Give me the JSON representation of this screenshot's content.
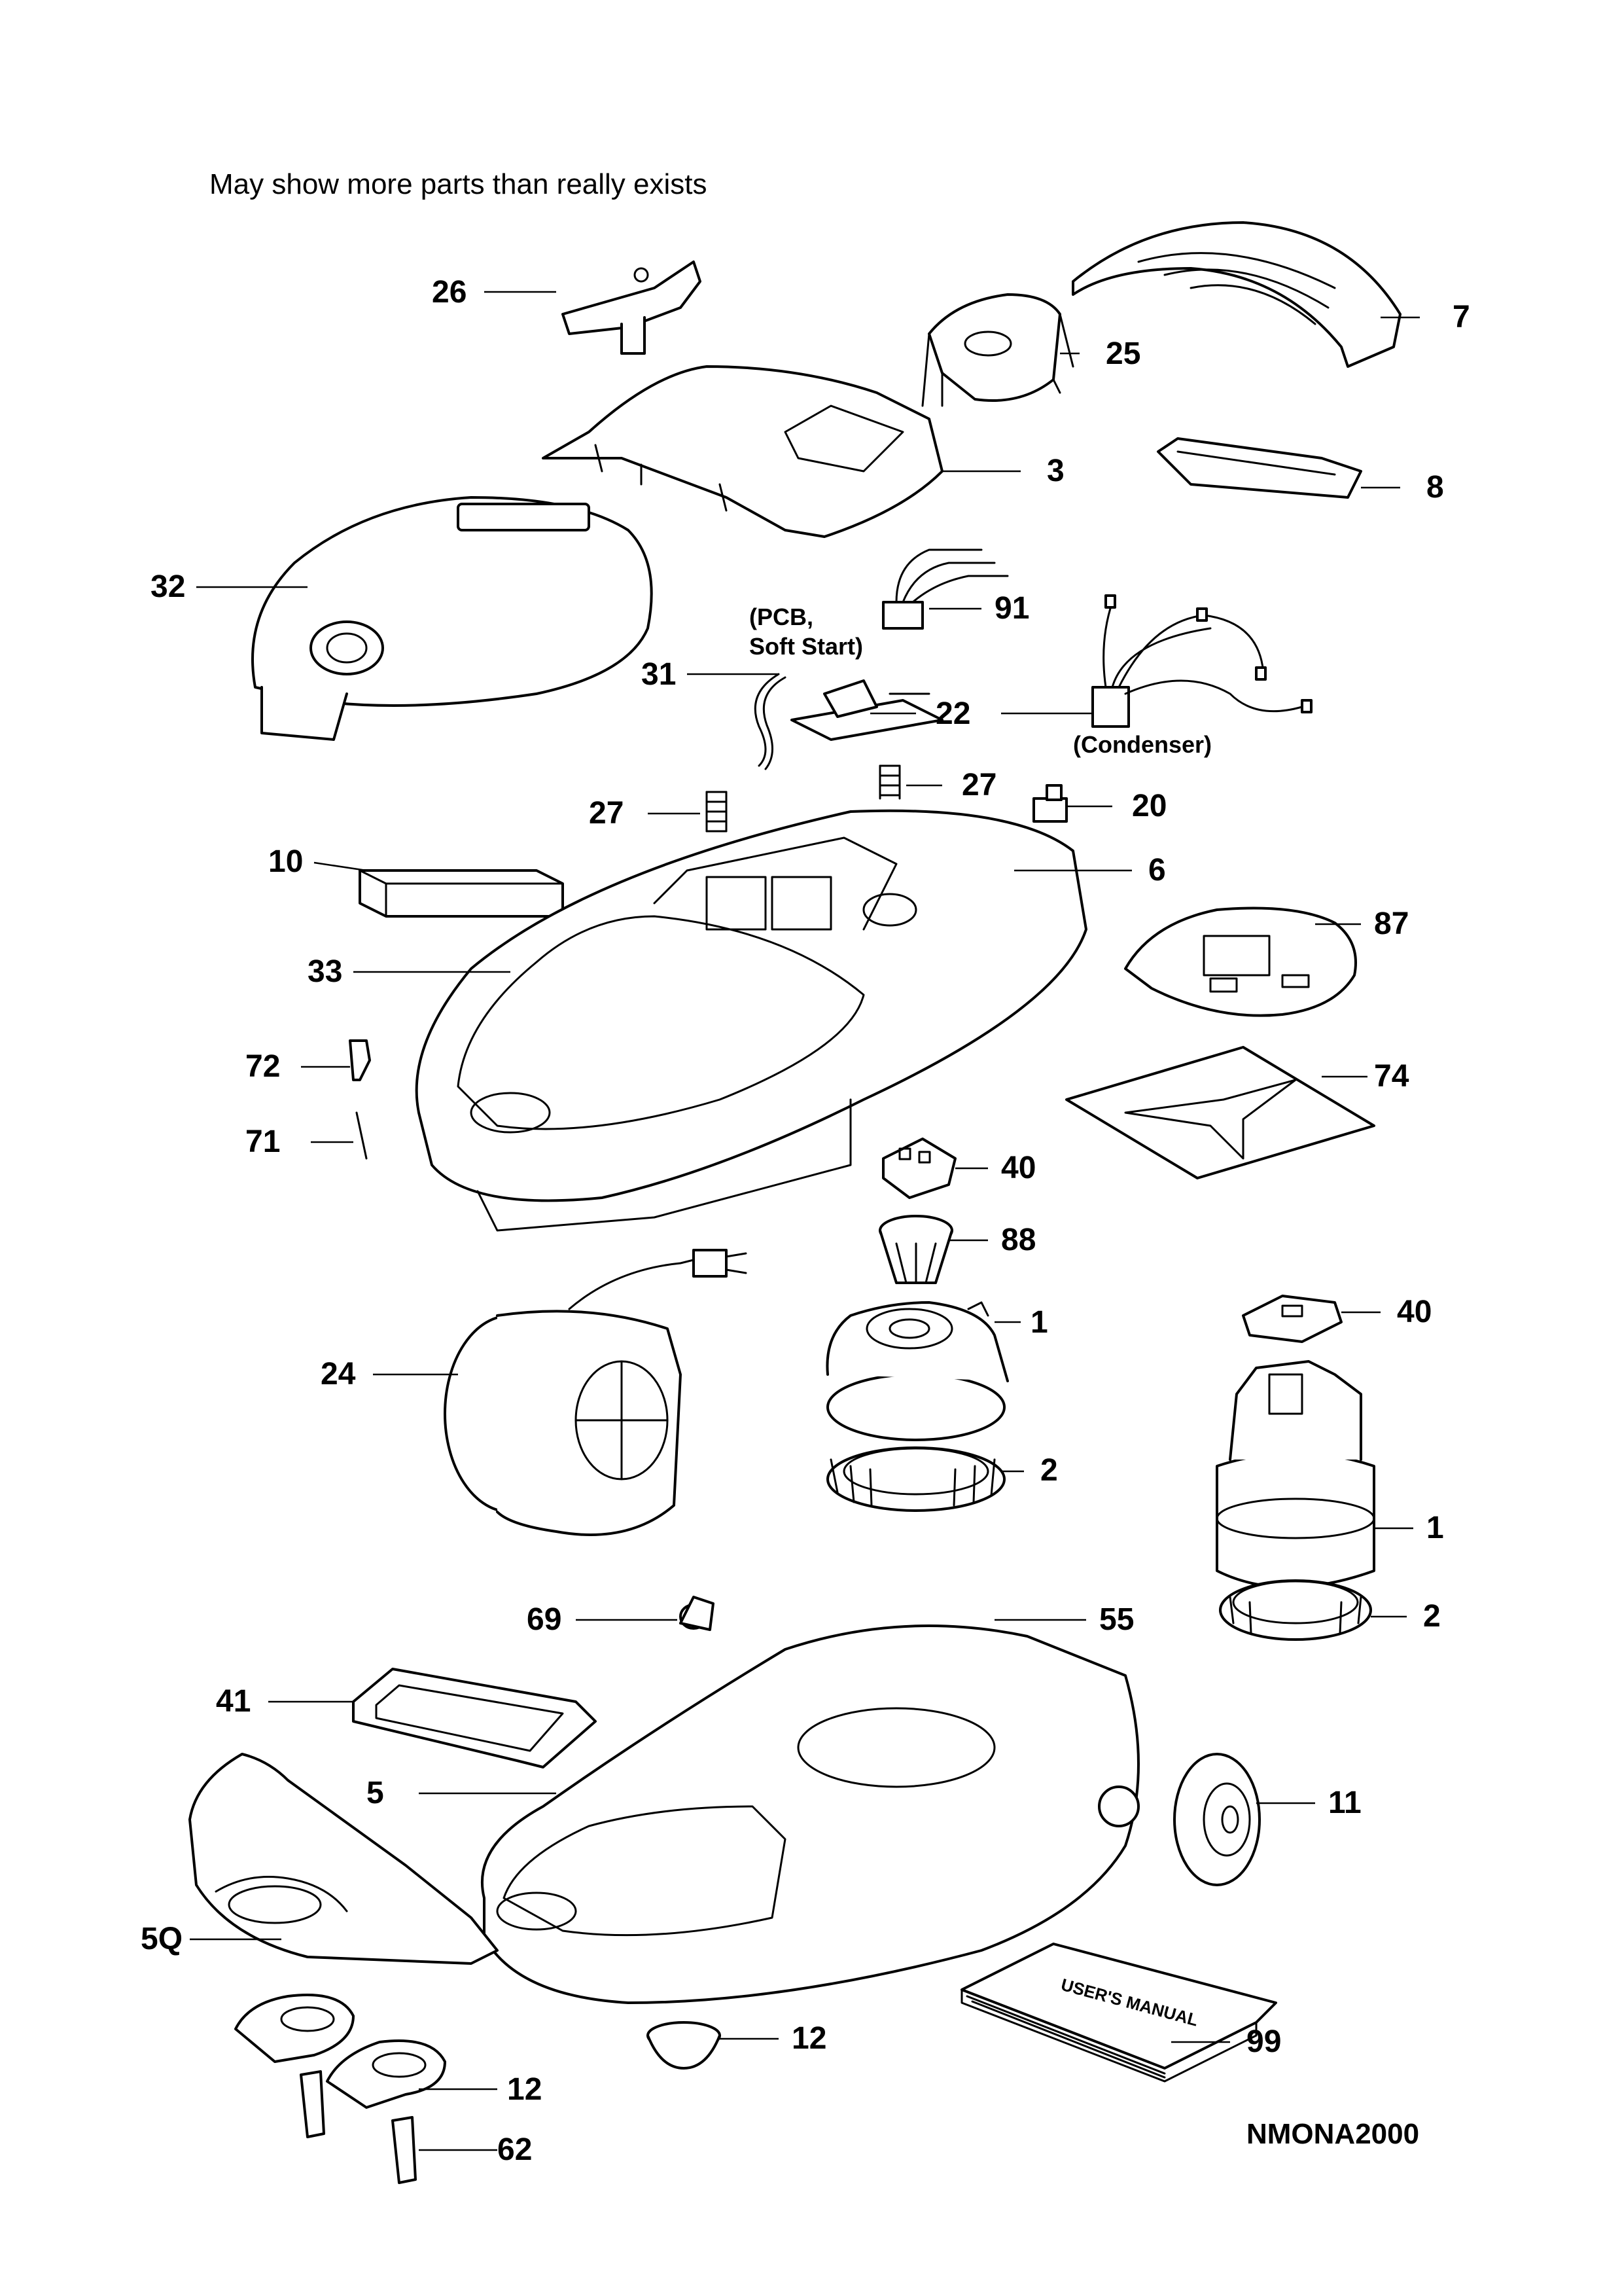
{
  "note": "May show more parts than really exists",
  "code": "NMONA2000",
  "annotations": {
    "pcb": "(PCB,",
    "soft_start": "Soft Start)",
    "condenser": "(Condenser)",
    "manual_title": "USER'S MANUAL"
  },
  "labels": {
    "p26": "26",
    "p7": "7",
    "p25": "25",
    "p3": "3",
    "p8": "8",
    "p32": "32",
    "p91": "91",
    "p31": "31",
    "p22": "22",
    "p27a": "27",
    "p27b": "27",
    "p20": "20",
    "p10": "10",
    "p6": "6",
    "p87": "87",
    "p33": "33",
    "p72": "72",
    "p74": "74",
    "p71": "71",
    "p40a": "40",
    "p88": "88",
    "p1a": "1",
    "p40b": "40",
    "p24": "24",
    "p2a": "2",
    "p1b": "1",
    "p69": "69",
    "p55": "55",
    "p2b": "2",
    "p41": "41",
    "p5": "5",
    "p11": "11",
    "p5q": "5Q",
    "p12a": "12",
    "p12b": "12",
    "p99": "99",
    "p62": "62"
  }
}
